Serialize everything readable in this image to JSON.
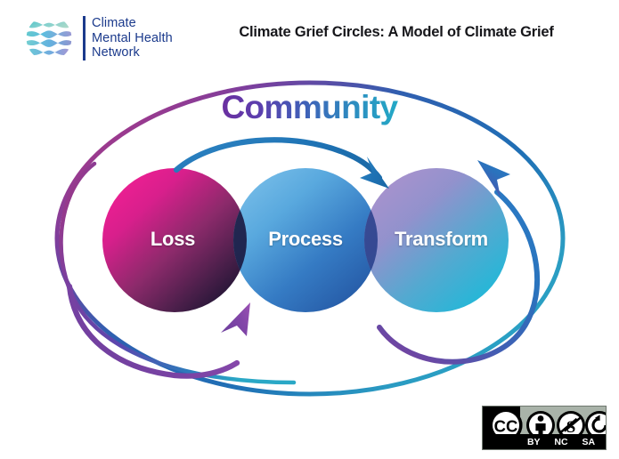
{
  "header": {
    "logo": {
      "icon_name": "climate-mental-health-network-sphere-logo",
      "line1": "Climate",
      "line2": "Mental Health",
      "line3": "Network",
      "text_color": "#1b3a8c"
    },
    "title": "Climate Grief Circles: A Model of Climate Grief"
  },
  "diagram": {
    "outer_label": "Community",
    "outer_label_gradient_start": "#6b2fa0",
    "outer_label_gradient_end": "#23a9c6",
    "circles": [
      {
        "id": "loss",
        "label": "Loss",
        "gradient_start": "#e6218c",
        "gradient_end": "#1b1436"
      },
      {
        "id": "process",
        "label": "Process",
        "gradient_start": "#63b3e4",
        "gradient_end": "#1f55a8"
      },
      {
        "id": "transform",
        "label": "Transform",
        "gradient_start": "#9b7fc4",
        "gradient_end": "#18b6d4"
      }
    ],
    "arrows": [
      {
        "id": "loss-to-process-top",
        "name": "blue-arc-arrow",
        "color": "#1a6fae"
      },
      {
        "id": "process-to-loss-bottom",
        "name": "purple-arc-arrow",
        "color": "#7b3f9e"
      },
      {
        "id": "transform-loop-right",
        "name": "blue-loop-arrow",
        "color": "#2a6fbe"
      }
    ],
    "outer_ellipse": {
      "name": "community-ellipse",
      "gradient_stops": [
        "#1f5fae",
        "#2a8fc0",
        "#2aa8c4",
        "#6b3f9e",
        "#b0357f",
        "#1f5fae"
      ]
    }
  },
  "license": {
    "badge_name": "creative-commons-by-nc-sa-badge",
    "cc_text": "CC",
    "terms": [
      "BY",
      "NC",
      "SA"
    ]
  }
}
